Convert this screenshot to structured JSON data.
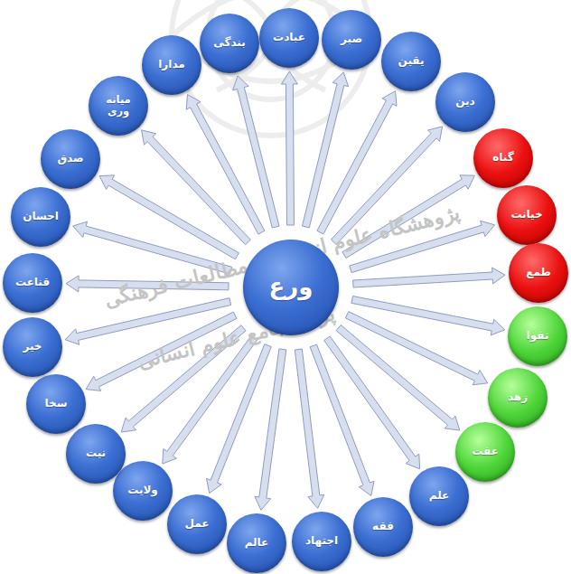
{
  "diagram": {
    "nodes": [
      {
        "text": [
          "ورع"
        ]
      },
      {
        "text": [
          "عبادت"
        ]
      },
      {
        "text": [
          "صبر"
        ]
      },
      {
        "text": [
          "یقین"
        ]
      },
      {
        "text": [
          "دین"
        ]
      },
      {
        "text": [
          "گناه"
        ]
      },
      {
        "text": [
          "خیانت"
        ]
      },
      {
        "text": [
          "طمع"
        ]
      },
      {
        "text": [
          "تقوا"
        ]
      },
      {
        "text": [
          "زهد"
        ]
      },
      {
        "text": [
          "عفت"
        ]
      },
      {
        "text": [
          "علم"
        ]
      },
      {
        "text": [
          "فقه"
        ]
      },
      {
        "text": [
          "اجتهاد"
        ]
      },
      {
        "text": [
          "عالم"
        ]
      },
      {
        "text": [
          "عمل"
        ]
      },
      {
        "text": [
          "ولایت"
        ]
      },
      {
        "text": [
          "نیت"
        ]
      },
      {
        "text": [
          "سخا"
        ]
      },
      {
        "text": [
          "خیر"
        ]
      },
      {
        "text": [
          "قناعت"
        ]
      },
      {
        "text": [
          "احسان"
        ]
      },
      {
        "text": [
          "صدق"
        ]
      },
      {
        "text": [
          "میانه وری"
        ]
      },
      {
        "text": [
          "مدارا"
        ]
      },
      {
        "text": [
          "بندگی"
        ]
      }
    ],
    "edges": [
      {
        "from": 0,
        "to": 1,
        "arrow": "to"
      },
      {
        "from": 0,
        "to": 2,
        "arrow": "to"
      },
      {
        "from": 0,
        "to": 3,
        "arrow": "to"
      },
      {
        "from": 0,
        "to": 4,
        "arrow": "to"
      },
      {
        "from": 0,
        "to": 5,
        "arrow": "to"
      },
      {
        "from": 0,
        "to": 6,
        "arrow": "to"
      },
      {
        "from": 0,
        "to": 7,
        "arrow": "to"
      },
      {
        "from": 0,
        "to": 8,
        "arrow": "to"
      },
      {
        "from": 0,
        "to": 9,
        "arrow": "to"
      },
      {
        "from": 0,
        "to": 10,
        "arrow": "to"
      },
      {
        "from": 0,
        "to": 11,
        "arrow": "to"
      },
      {
        "from": 0,
        "to": 12,
        "arrow": "to"
      },
      {
        "from": 0,
        "to": 13,
        "arrow": "to"
      },
      {
        "from": 0,
        "to": 14,
        "arrow": "to"
      },
      {
        "from": 0,
        "to": 15,
        "arrow": "to"
      },
      {
        "from": 0,
        "to": 16,
        "arrow": "to"
      },
      {
        "from": 0,
        "to": 17,
        "arrow": "to"
      },
      {
        "from": 0,
        "to": 18,
        "arrow": "to"
      },
      {
        "from": 0,
        "to": 19,
        "arrow": "to"
      },
      {
        "from": 0,
        "to": 20,
        "arrow": "to"
      },
      {
        "from": 0,
        "to": 21,
        "arrow": "to"
      },
      {
        "from": 0,
        "to": 22,
        "arrow": "to"
      },
      {
        "from": 0,
        "to": 23,
        "arrow": "to"
      },
      {
        "from": 0,
        "to": 24,
        "arrow": "to"
      },
      {
        "from": 0,
        "to": 25,
        "arrow": "to"
      }
    ],
    "labels": [
      "پژوهشگاه علوم انسانی و مطالعات فرهنگی",
      "پرتال جامع علوم انسانی"
    ]
  }
}
